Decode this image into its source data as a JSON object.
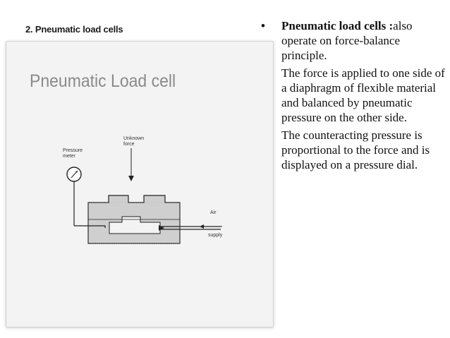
{
  "slide": {
    "title": "2. Pneumatic load cells"
  },
  "figure": {
    "title": "Pneumatic Load cell",
    "labels": {
      "pressure_meter_line1": "Pressure",
      "pressure_meter_line2": "meter",
      "unknown_force_line1": "Unknown",
      "unknown_force_line2": "force",
      "air_supply_line1": "Air",
      "air_supply_line2": "supply"
    }
  },
  "text": {
    "bullet_heading": "Pneumatic load cells :",
    "bullet_rest": "also operate on force-balance principle.",
    "para1": "The force is applied to one side of a diaphragm of flexible material and balanced by pneumatic pressure on the other side.",
    "para2": "The counteracting pressure is proportional to the force and is displayed on a pressure dial."
  }
}
